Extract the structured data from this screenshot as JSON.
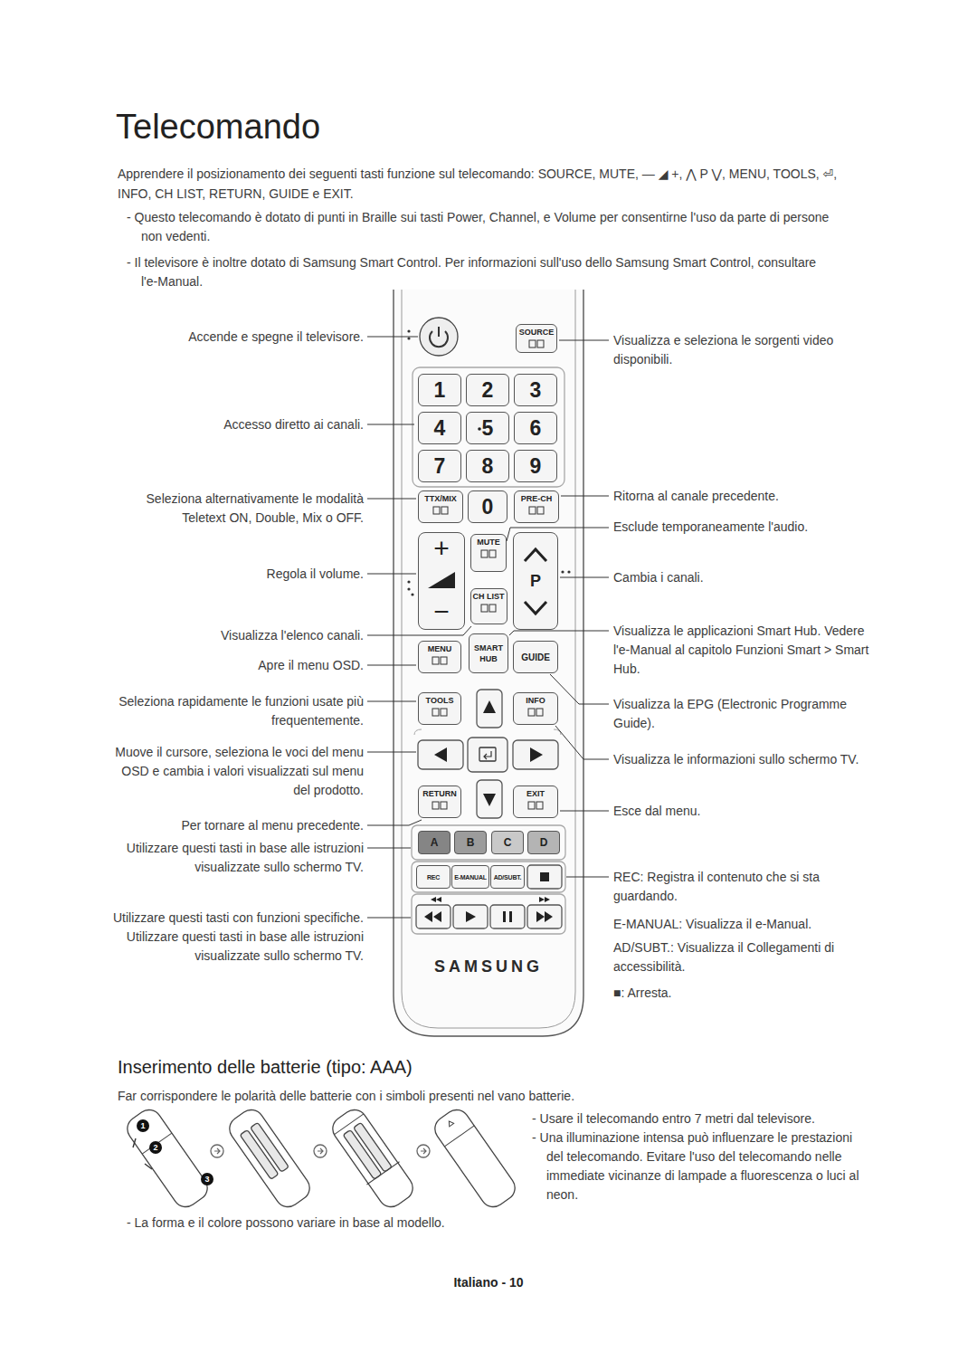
{
  "diagram": {
    "title": "Telecomando",
    "nodes": [
      {
        "text": [
          "SAMSUNG"
        ]
      },
      {
        "text": [
          "SOURCE"
        ],
        "in": 0
      },
      {
        "text": [
          "1"
        ],
        "in": 0
      },
      {
        "text": [
          "2"
        ],
        "in": 0
      },
      {
        "text": [
          "3"
        ],
        "in": 0
      },
      {
        "text": [
          "4"
        ],
        "in": 0
      },
      {
        "text": [
          "5"
        ],
        "in": 0
      },
      {
        "text": [
          "6"
        ],
        "in": 0
      },
      {
        "text": [
          "7"
        ],
        "in": 0
      },
      {
        "text": [
          "8"
        ],
        "in": 0
      },
      {
        "text": [
          "9"
        ],
        "in": 0
      },
      {
        "text": [
          "TTX/MIX"
        ],
        "in": 0
      },
      {
        "text": [
          "0"
        ],
        "in": 0
      },
      {
        "text": [
          "PRE-CH"
        ],
        "in": 0
      },
      {
        "text": [
          "+",
          "−"
        ],
        "in": 0
      },
      {
        "text": [
          "MUTE"
        ],
        "in": 0
      },
      {
        "text": [
          "P"
        ],
        "in": 0
      },
      {
        "text": [
          "CH LIST"
        ],
        "in": 0
      },
      {
        "text": [
          "MENU"
        ],
        "in": 0
      },
      {
        "text": [
          "SMART HUB"
        ],
        "in": 0
      },
      {
        "text": [
          "GUIDE"
        ],
        "in": 0
      },
      {
        "text": [
          "TOOLS"
        ],
        "in": 0
      },
      {
        "text": [
          "INFO"
        ],
        "in": 0
      },
      {
        "text": [
          "RETURN"
        ],
        "in": 0
      },
      {
        "text": [
          "EXIT"
        ],
        "in": 0
      },
      {
        "text": [
          "A"
        ],
        "in": 0
      },
      {
        "text": [
          "B"
        ],
        "in": 0
      },
      {
        "text": [
          "C"
        ],
        "in": 0
      },
      {
        "text": [
          "D"
        ],
        "in": 0
      },
      {
        "text": [
          "REC"
        ],
        "in": 0
      },
      {
        "text": [
          "E-MANUAL"
        ],
        "in": 0
      },
      {
        "text": [
          "AD/SUBT."
        ],
        "in": 0
      },
      {
        "text": [
          "1"
        ]
      },
      {
        "text": [
          "2"
        ]
      },
      {
        "text": [
          "3"
        ]
      }
    ],
    "labels": [
      "Apprendere il posizionamento dei seguenti tasti funzione sul telecomando: SOURCE, MUTE, — ◢ +, ⋀ P ⋁, MENU, TOOLS, ⏎, INFO, CH LIST, RETURN, GUIDE e EXIT.",
      "- Questo telecomando è dotato di punti in Braille sui tasti Power, Channel, e Volume per consentirne l'uso da parte di persone non vedenti.",
      "- Il televisore è inoltre dotato di Samsung Smart Control. Per informazioni sull'uso dello Samsung Smart Control, consultare l'e-Manual.",
      "Accende e spegne il televisore.",
      "Accesso diretto ai canali.",
      "Seleziona alternativamente le modalità Teletext ON, Double, Mix o OFF.",
      "Regola il volume.",
      "Visualizza l'elenco canali.",
      "Apre il menu OSD.",
      "Seleziona rapidamente le funzioni usate più frequentemente.",
      "Muove il cursore, seleziona le voci del menu OSD e cambia i valori visualizzati sul menu del prodotto.",
      "Per tornare al menu precedente.",
      "Utilizzare questi tasti in base alle istruzioni visualizzate sullo schermo TV.",
      "Utilizzare questi tasti con funzioni specifiche. Utilizzare questi tasti in base alle istruzioni visualizzate sullo schermo TV.",
      "Visualizza e seleziona le sorgenti video disponibili.",
      "Ritorna al canale precedente.",
      "Esclude temporaneamente l'audio.",
      "Cambia i canali.",
      "Visualizza le applicazioni Smart Hub. Vedere l'e-Manual al capitolo Funzioni Smart > Smart Hub.",
      "Visualizza la EPG (Electronic Programme Guide).",
      "Visualizza le informazioni sullo schermo TV.",
      "Esce dal menu.",
      "REC: Registra il contenuto che si sta guardando.",
      "E-MANUAL: Visualizza il e-Manual.",
      "AD/SUBT.: Visualizza il Collegamenti di accessibilità.",
      "■: Arresta.",
      "Inserimento delle batterie (tipo: AAA)",
      "Far corrispondere le polarità delle batterie con i simboli presenti nel vano batterie.",
      "- Usare il telecomando entro 7 metri dal televisore.",
      "- Una illuminazione intensa può influenzare le prestazioni del telecomando. Evitare l'uso del telecomando nelle immediate vicinanze di lampade a fluorescenza o luci al neon.",
      "- La forma e il colore possono variare in base al modello.",
      "Italiano - 10"
    ]
  }
}
